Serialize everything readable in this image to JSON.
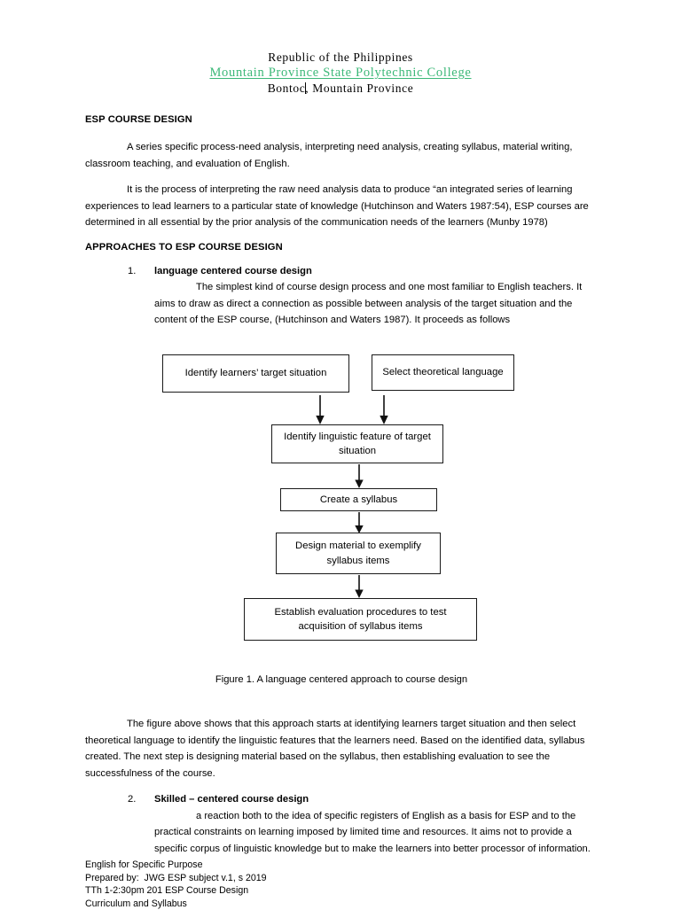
{
  "letterhead": {
    "line1": "Republic of the Philippines",
    "line2": "Mountain Province State Polytechnic College",
    "line3_before_caret": "Bontoc",
    "line3_after_caret": ", Mountain Province",
    "accent_color": "#3cb878"
  },
  "document": {
    "title": "ESP COURSE DESIGN",
    "para1": "A series specific process-need analysis, interpreting need analysis, creating syllabus, material writing, classroom teaching, and evaluation of English.",
    "para2": "It is the process of interpreting the raw need analysis data to produce “an integrated series of learning experiences to lead learners to a particular state of knowledge (Hutchinson and Waters 1987:54), ESP courses are determined in all essential by the prior analysis of the communication needs of the learners (Munby 1978)",
    "approaches_heading": "APPROACHES TO ESP COURSE DESIGN",
    "items": [
      {
        "number": "1.",
        "title": "language centered course design",
        "body": "The simplest kind of course design process and one most familiar to English teachers. It aims to draw as direct a connection as possible between analysis of the target situation and the content of the ESP course, (Hutchinson and Waters 1987). It proceeds as follows"
      },
      {
        "number": "2.",
        "title": "Skilled – centered course design",
        "body": "a reaction both to the idea of specific registers of English as a basis for ESP and to the practical constraints on learning imposed by limited time and resources. It aims not to provide a specific corpus of linguistic knowledge but to make the learners into better processor of information."
      }
    ],
    "figure_caption": "Figure 1. A language centered approach to course design",
    "para_after_figure": "The figure above shows that this approach starts at identifying learners target situation and then select theoretical language to identify the linguistic features that the learners need. Based on the identified data, syllabus created. The next step is designing material based on the syllabus, then establishing evaluation to see the successfulness of the course."
  },
  "flowchart": {
    "boxes": [
      {
        "id": "identify-target-situation",
        "text": "Identify learners’ target situation"
      },
      {
        "id": "select-theoretical-language",
        "text": "Select theoretical language"
      },
      {
        "id": "identify-linguistic-feature",
        "text": "Identify linguistic feature of target situation"
      },
      {
        "id": "create-syllabus",
        "text": "Create a syllabus"
      },
      {
        "id": "design-material",
        "text": "Design material to exemplify syllabus items"
      },
      {
        "id": "establish-evaluation",
        "text": "Establish evaluation procedures to test acquisition of syllabus items"
      }
    ]
  },
  "footer": {
    "line1": "English for Specific Purpose",
    "line2": "Prepared by:  JWG ESP subject v.1, s 2019",
    "line3": "TTh 1-2:30pm 201 ESP Course Design",
    "line4": "Curriculum and Syllabus"
  }
}
